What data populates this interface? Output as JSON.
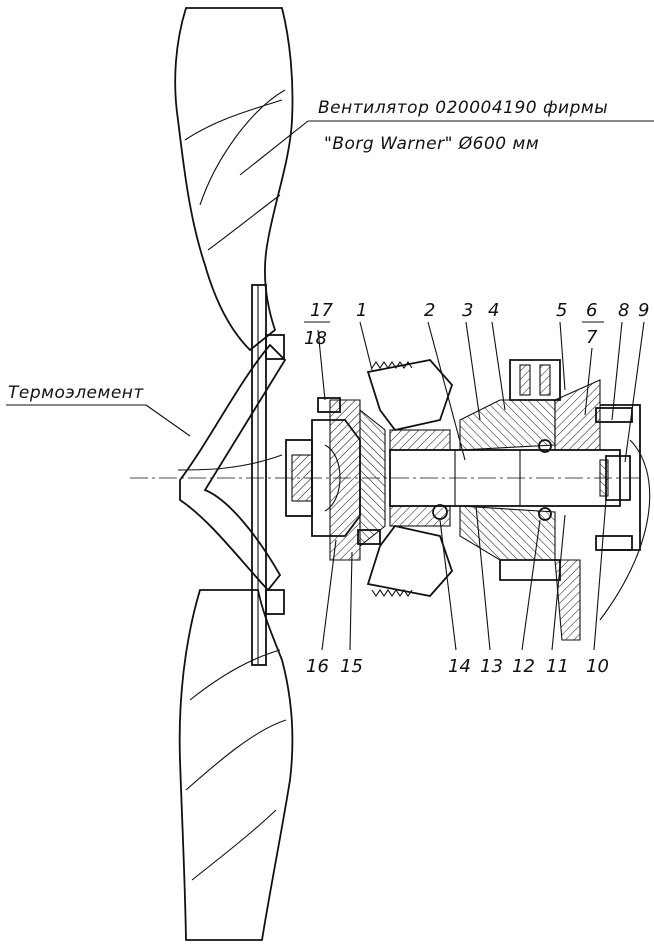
{
  "fan_caption": {
    "line1": "Вентилятор 020004190 фирмы",
    "line2": "\"Borg Warner\" Ø600 мм"
  },
  "thermo_label": "Термоэлемент",
  "top_callouts": [
    "17",
    "18",
    "1",
    "2",
    "3",
    "4",
    "5",
    "6",
    "7",
    "8",
    "9"
  ],
  "bottom_callouts": [
    "16",
    "15",
    "14",
    "13",
    "12",
    "11",
    "10"
  ]
}
